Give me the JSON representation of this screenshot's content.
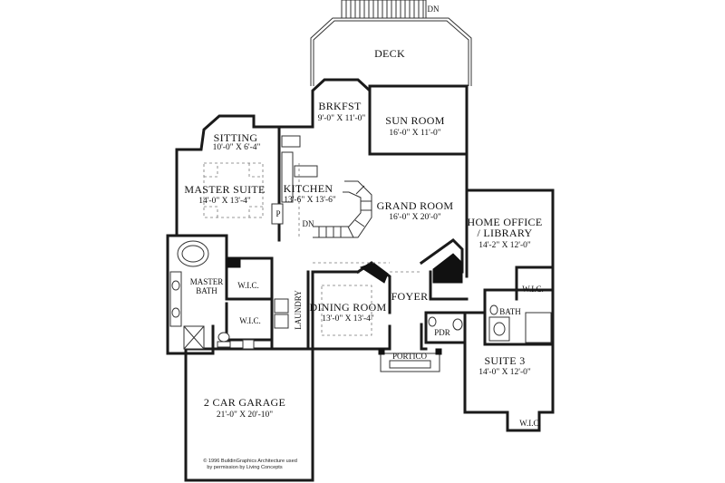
{
  "rooms": {
    "deck": {
      "name": "DECK"
    },
    "dn_top": {
      "name": "DN"
    },
    "breakfast": {
      "name": "BRKFST",
      "dims": "9'-0\" X 11'-0\""
    },
    "sunroom": {
      "name": "SUN ROOM",
      "dims": "16'-0\" X 11'-0\""
    },
    "sitting": {
      "name": "SITTING",
      "dims": "10'-0\" X 6'-4\""
    },
    "master_suite": {
      "name": "MASTER SUITE",
      "dims": "14'-0\" X 13'-4\""
    },
    "kitchen": {
      "name": "KITCHEN",
      "dims": "13'-6\" X 13'-6\""
    },
    "pantry": {
      "name": "P"
    },
    "dn_stair": {
      "name": "DN"
    },
    "grand_room": {
      "name": "GRAND ROOM",
      "dims": "16'-0\" X 20'-0\""
    },
    "home_office": {
      "line1": "HOME OFFICE",
      "line2": "/ LIBRARY",
      "dims": "14'-2\" X 12'-0\""
    },
    "master_bath": {
      "line1": "MASTER",
      "line2": "BATH"
    },
    "wic_master_1": {
      "name": "W.I.C."
    },
    "wic_master_2": {
      "name": "W.I.C."
    },
    "laundry": {
      "name": "LAUNDRY"
    },
    "dining": {
      "name": "DINING ROOM",
      "dims": "13'-0\" X 13'-4\""
    },
    "foyer": {
      "name": "FOYER"
    },
    "powder": {
      "name": "PDR"
    },
    "portico": {
      "name": "PORTICO"
    },
    "wic_office": {
      "name": "W.I.C."
    },
    "bath": {
      "name": "BATH"
    },
    "suite3": {
      "name": "SUITE 3",
      "dims": "14'-0\" X 12'-0\""
    },
    "wic_suite3": {
      "name": "W.I.C."
    },
    "garage": {
      "name": "2 CAR GARAGE",
      "dims": "21'-0\" X 20'-10\""
    }
  },
  "credit": {
    "line1": "© 1996 BuildinGraphics Architecture used",
    "line2": "by permission by Living Concepts"
  }
}
